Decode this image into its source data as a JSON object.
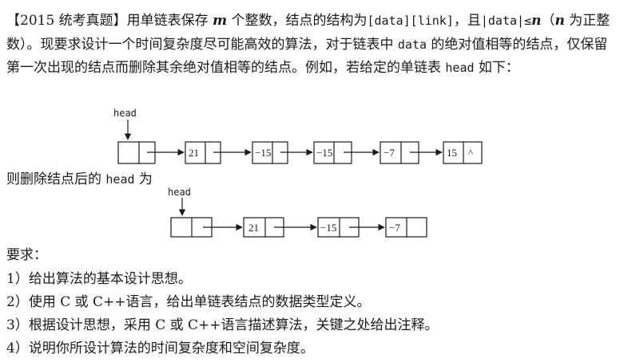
{
  "problem": {
    "tag": "【2015 统考真题】",
    "p1": "用单链表保存 ",
    "m": "m",
    "p2": " 个整数，结点的结构为",
    "struct": "[data][link]",
    "p3": "，且",
    "abs": "|data|≤",
    "n": "n",
    "p4": "（",
    "n2": "n",
    "p5": " 为正整数）。现要求设计一个时间复杂度尽可能高效的算法，对于链表中 ",
    "data_word": "data",
    "p6": " 的绝对值相等的结点，仅保留第一次出现的结点而删除其余绝对值相等的结点。例如，若给定的单链表 ",
    "head_word": "head",
    "p7": " 如下："
  },
  "list1": {
    "head_label": "head",
    "values": [
      "21",
      "−15",
      "−15",
      "−7",
      "15"
    ],
    "tail_symbol": "^"
  },
  "middle_line": {
    "prefix": "则删除结点后的 ",
    "head_word": "head",
    "suffix": " 为"
  },
  "list2": {
    "head_label": "head",
    "values": [
      "21",
      "−15",
      "−7"
    ]
  },
  "requirements": {
    "title": "要求：",
    "items": [
      "1）给出算法的基本设计思想。",
      "2）使用 C 或 C++语言，给出单链表结点的数据类型定义。",
      "3）根据设计思想，采用 C 或 C++语言描述算法，关键之处给出注释。",
      "4）说明你所设计算法的时间复杂度和空间复杂度。"
    ]
  }
}
